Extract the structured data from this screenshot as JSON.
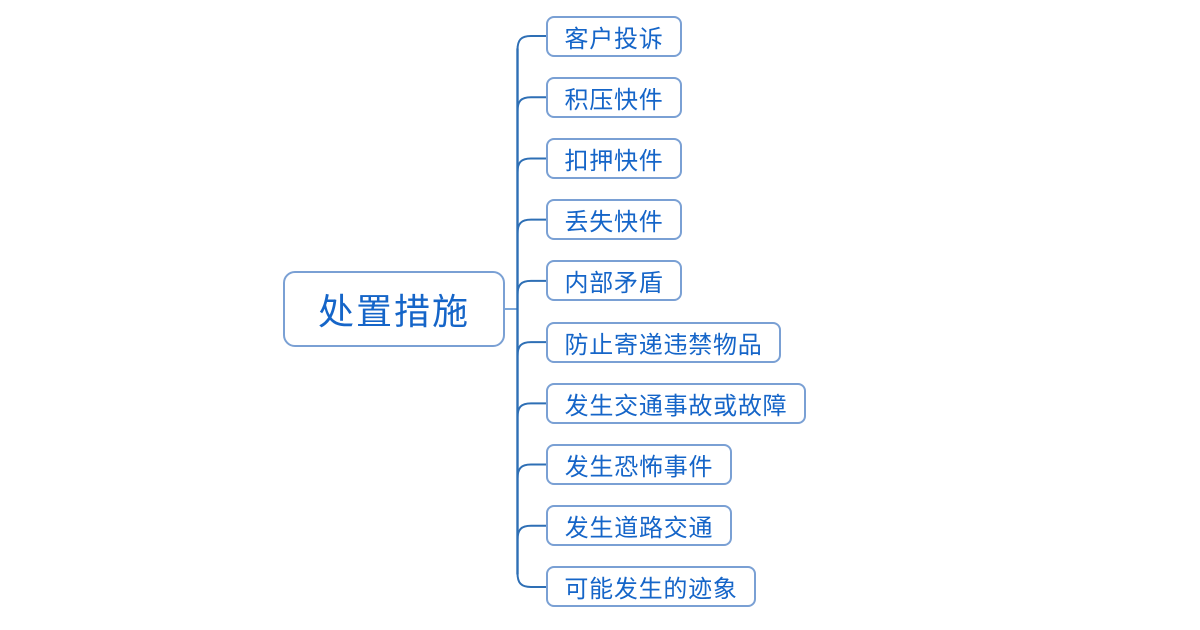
{
  "diagram": {
    "type": "mindmap",
    "direction": "left-to-right",
    "root": {
      "label": "处置措施"
    },
    "children": [
      {
        "label": "客户投诉"
      },
      {
        "label": "积压快件"
      },
      {
        "label": "扣押快件"
      },
      {
        "label": "丢失快件"
      },
      {
        "label": "内部矛盾"
      },
      {
        "label": "防止寄递违禁物品"
      },
      {
        "label": "发生交通事故或故障"
      },
      {
        "label": "发生恐怖事件"
      },
      {
        "label": "发生道路交通"
      },
      {
        "label": "可能发生的迹象"
      }
    ]
  },
  "colors": {
    "background": "#ffffff",
    "node_border": "#7aa0d4",
    "node_text": "#1565c8",
    "branch_line": "#2e6fb5",
    "root_connector_line": "#7da7d9"
  }
}
